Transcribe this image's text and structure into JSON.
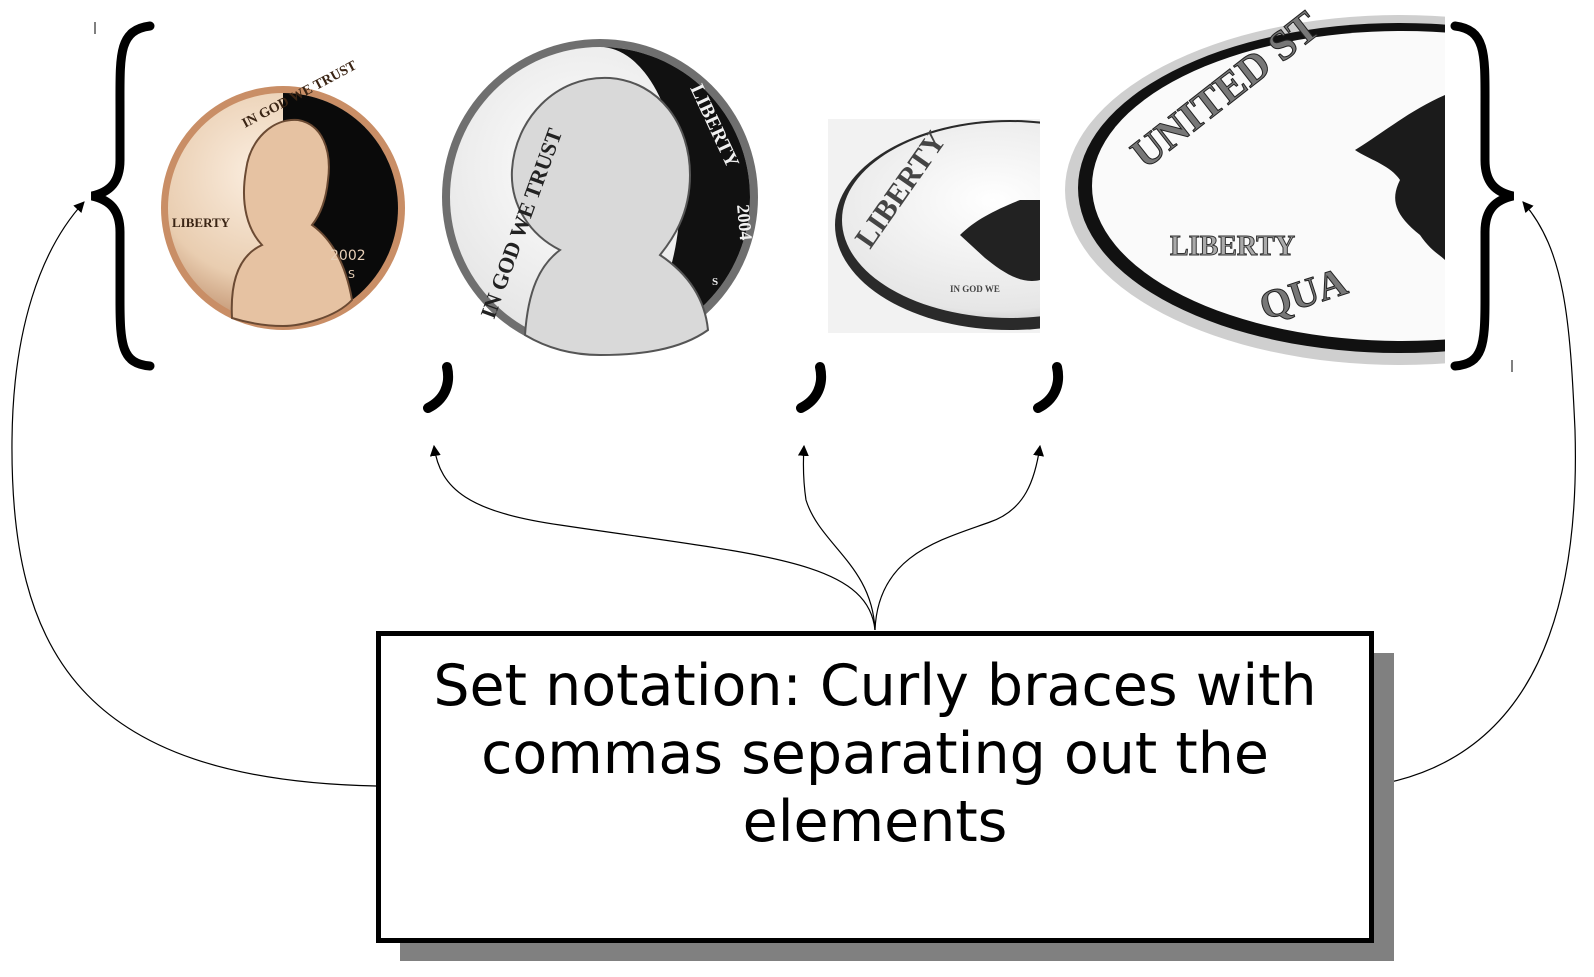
{
  "caption": {
    "text": "Set notation: Curly braces with commas separating out the elements"
  },
  "set_elements": [
    {
      "kind": "penny",
      "icon": "penny-coin-icon",
      "inscriptions": {
        "top": "IN GOD WE TRUST",
        "left": "LIBERTY",
        "year": "2002",
        "mint": "S"
      }
    },
    {
      "kind": "nickel",
      "icon": "nickel-coin-icon",
      "inscriptions": {
        "left": "IN GOD WE TRUST",
        "right": "LIBERTY",
        "year": "2004",
        "mint": "S"
      }
    },
    {
      "kind": "dime",
      "icon": "dime-coin-icon",
      "inscriptions": {
        "top": "LIBERTY",
        "bottom": "IN GOD WE"
      }
    },
    {
      "kind": "quarter",
      "icon": "quarter-coin-icon",
      "inscriptions": {
        "top": "UNITED ST",
        "middle": "LIBERTY",
        "bottom": "QUA"
      }
    }
  ],
  "colors": {
    "stroke": "#000000",
    "shadow": "#808080",
    "copper_light": "#f1dcc4",
    "copper_dark": "#b07a55",
    "silver_light": "#f5f5f5",
    "silver_dark": "#1a1a1a"
  }
}
